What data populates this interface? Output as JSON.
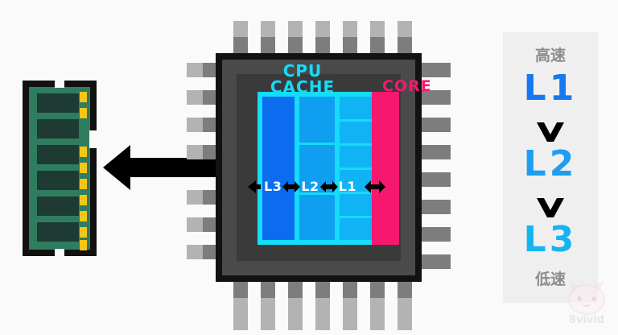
{
  "diagram": {
    "title": "CPU cache hierarchy diagram",
    "background_color": "#fafafa"
  },
  "memory_module": {
    "name": "RAM module",
    "board_color": "#2e7d5f",
    "chip_color": "#1d3b33",
    "pin_color": "#f5c518",
    "chip_count": 6,
    "pin_count": 9
  },
  "transfer_arrow": {
    "label": "",
    "direction": "bidirectional",
    "color": "#000000"
  },
  "cpu": {
    "package_color": "#4a4a4a",
    "die_color": "#3a3a3a",
    "pin_light_color": "#b3b3b3",
    "pin_dark_color": "#7d7d7d",
    "labels": {
      "cpu": "CPU",
      "cache": "CACHE",
      "core": "CORE"
    },
    "label_colors": {
      "cache": "#14dcfa",
      "core": "#f5186e"
    },
    "cache_levels": [
      {
        "name": "L3",
        "color": "#0b6cf0",
        "cells": 1
      },
      {
        "name": "L2",
        "color": "#109ef0",
        "cells": 3
      },
      {
        "name": "L1",
        "color": "#10b4f5",
        "cells": 6
      }
    ],
    "inner_arrows": [
      "L3",
      "L2",
      "L1"
    ],
    "core": {
      "name": "CORE",
      "color": "#f5186e"
    }
  },
  "legend": {
    "panel_color": "#efefef",
    "top_caption": "高速",
    "bottom_caption": "低速",
    "caption_color": "#8c8c8c",
    "levels": [
      {
        "label": "L1",
        "color": "#1878f0"
      },
      {
        "label": "L2",
        "color": "#1e9ef0"
      },
      {
        "label": "L3",
        "color": "#14b4f0"
      }
    ],
    "arrow_icon": "chevron-down"
  },
  "watermark": {
    "text": "8vivid",
    "icon": "cat-face-icon"
  }
}
